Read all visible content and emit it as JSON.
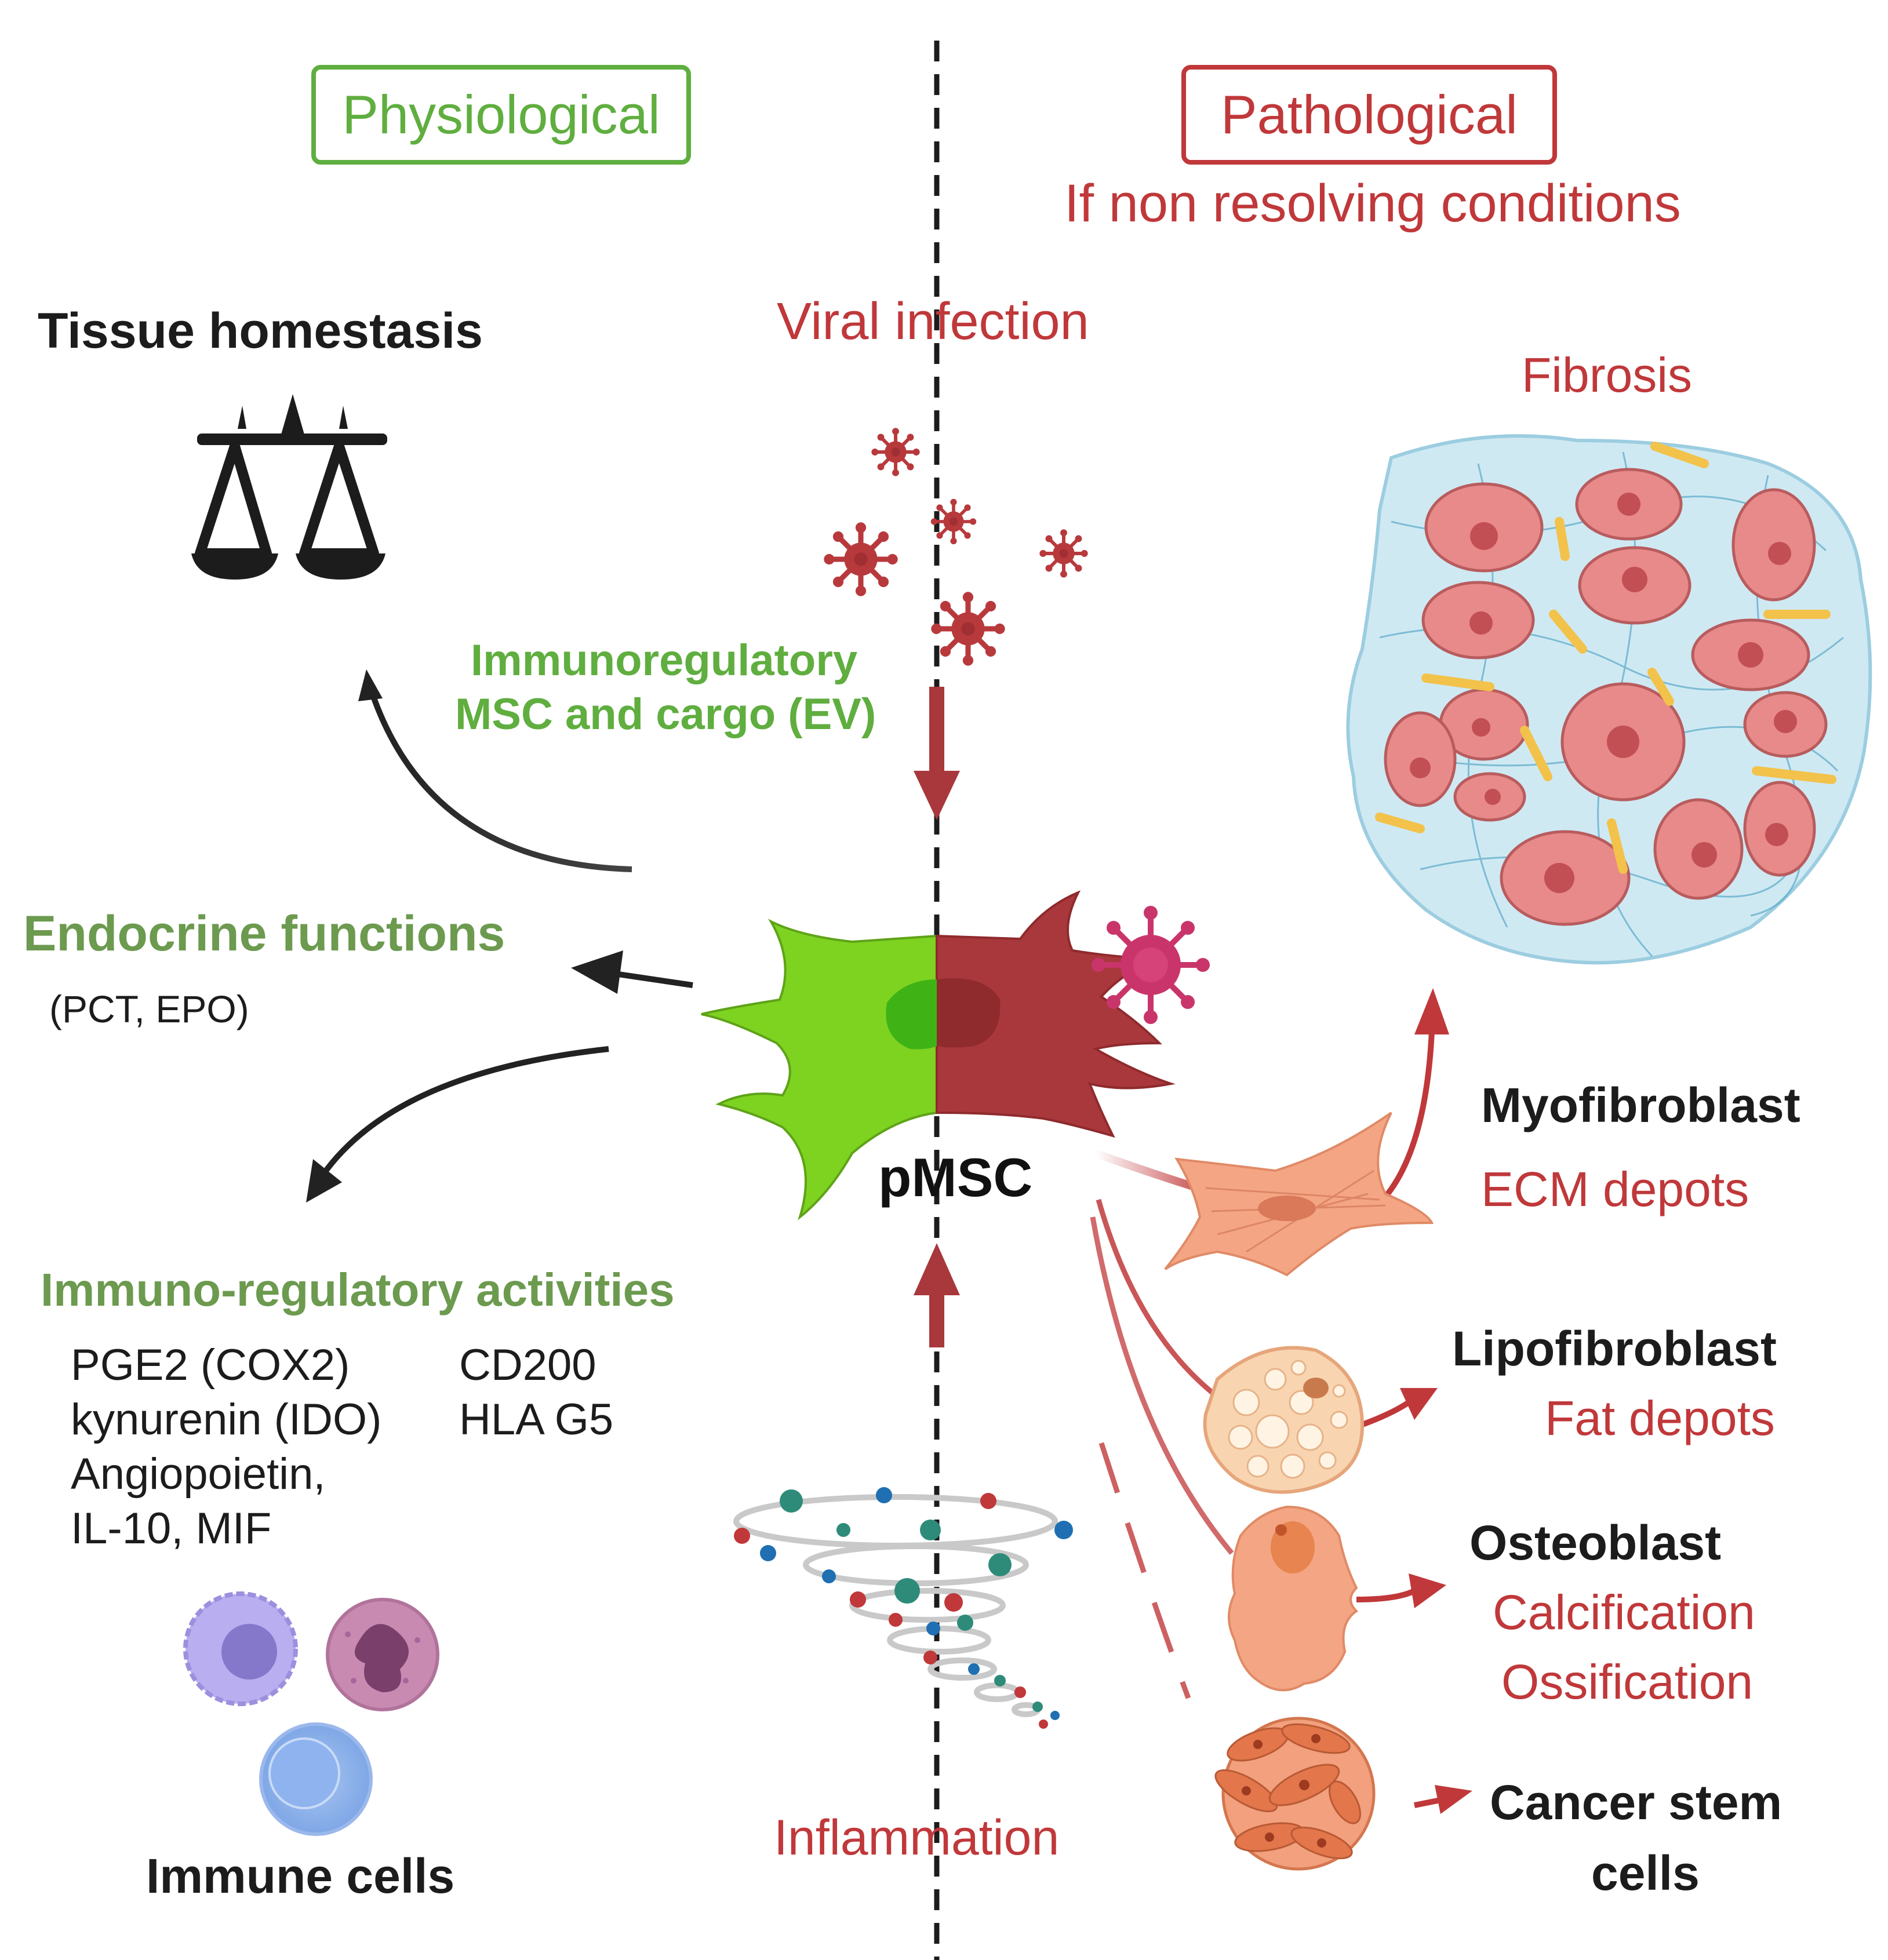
{
  "physiological": {
    "header": "Physiological",
    "tissue_homeostasis": "Tissue homestasis",
    "endocrine_title": "Endocrine functions",
    "endocrine_detail": "(PCT, EPO)",
    "immuno_title": "Immuno-regulatory activities",
    "immuno_left": [
      "PGE2 (COX2)",
      "kynurenin (IDO)",
      "Angiopoietin,",
      "IL-10, MIF"
    ],
    "immuno_right": [
      "CD200",
      "HLA G5"
    ],
    "immune_cells": "Immune cells"
  },
  "pathological": {
    "header": "Pathological",
    "subheader": "If non resolving conditions",
    "fibrosis": "Fibrosis",
    "myofibroblast": "Myofibroblast",
    "ecm": "ECM depots",
    "lipofibroblast": "Lipofibroblast",
    "fat": "Fat depots",
    "osteoblast": "Osteoblast",
    "calcification": "Calcification",
    "ossification": "Ossification",
    "cancer_line1": "Cancer stem",
    "cancer_line2": "cells"
  },
  "center": {
    "viral_infection": "Viral infection",
    "immunoregulatory_line1": "Immunoregulatory",
    "immunoregulatory_line2": "MSC and cargo (EV)",
    "cell_label": "pMSC",
    "inflammation": "Inflammation"
  },
  "colors": {
    "physiological_green": "#5fae3f",
    "pathological_red": "#c0383a",
    "cell_green": "#7ed321",
    "cell_red": "#a8383c",
    "virus": "#b8393c",
    "fibrosis_bg": "#cfe9f3",
    "fibrosis_cell": "#e8898a",
    "myofibroblast": "#f2a07e"
  },
  "icons": [
    "balance-scale-icon",
    "virus-icon",
    "msc-cell-icon",
    "fibrosis-tissue-icon",
    "myofibroblast-icon",
    "lipofibroblast-icon",
    "osteoblast-icon",
    "cancer-stem-cells-icon",
    "tornado-icon",
    "lymphocyte-icon",
    "neutrophil-icon",
    "monocyte-icon"
  ]
}
